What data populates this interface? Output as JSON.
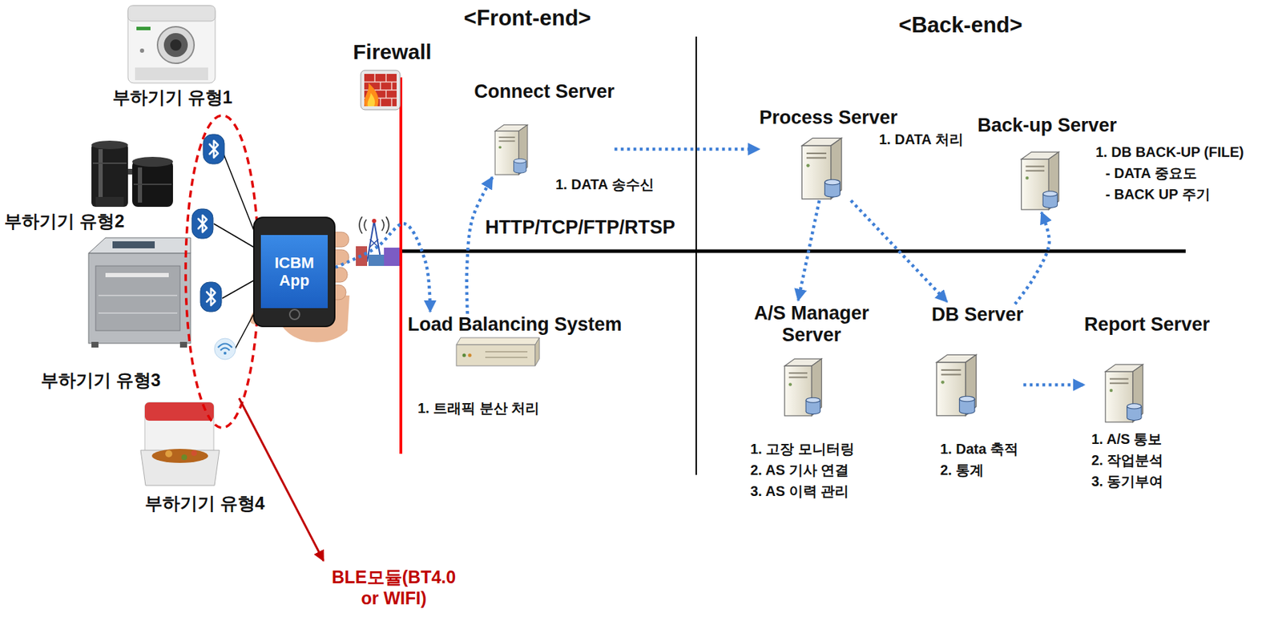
{
  "diagram": {
    "nodes": [
      {
        "text": [
          "ICBM App"
        ]
      },
      {
        "text": [
          "Connect Server",
          "1. DATA 송수신"
        ]
      },
      {
        "text": [
          "Load Balancing System",
          "1. 트래픽 분산 처리"
        ]
      },
      {
        "text": [
          "Process Server",
          "1. DATA 처리"
        ]
      },
      {
        "text": [
          "Back-up Server",
          "1. DB BACK-UP (FILE)",
          "- DATA 중요도",
          "- BACK UP 주기"
        ]
      },
      {
        "text": [
          "A/S Manager Server",
          "1. 고장 모니터링",
          "2. AS 기사 연결",
          "3. AS 이력 관리"
        ]
      },
      {
        "text": [
          "DB Server",
          "1. Data 축적",
          "2. 통계"
        ]
      },
      {
        "text": [
          "Report Server",
          "1. A/S 통보",
          "2. 작업분석",
          "3. 동기부여"
        ]
      }
    ],
    "edges": [
      {
        "from": 0,
        "to": 2,
        "arrow": "to"
      },
      {
        "from": 2,
        "to": 1,
        "arrow": "to"
      },
      {
        "from": 1,
        "to": 3,
        "arrow": "to"
      },
      {
        "from": 3,
        "to": 5,
        "arrow": "to"
      },
      {
        "from": 3,
        "to": 6,
        "arrow": "to"
      },
      {
        "from": 6,
        "to": 7,
        "arrow": "to"
      },
      {
        "from": 6,
        "to": 4,
        "arrow": "to"
      }
    ],
    "labels": [
      "<Front-end>",
      "<Back-end>",
      "Firewall",
      "부하기기 유형1",
      "부하기기 유형2",
      "부하기기 유형3",
      "부하기기 유형4",
      "HTTP/TCP/FTP/RTSP",
      "BLE모듈(BT4.0 or WIFI)"
    ]
  }
}
